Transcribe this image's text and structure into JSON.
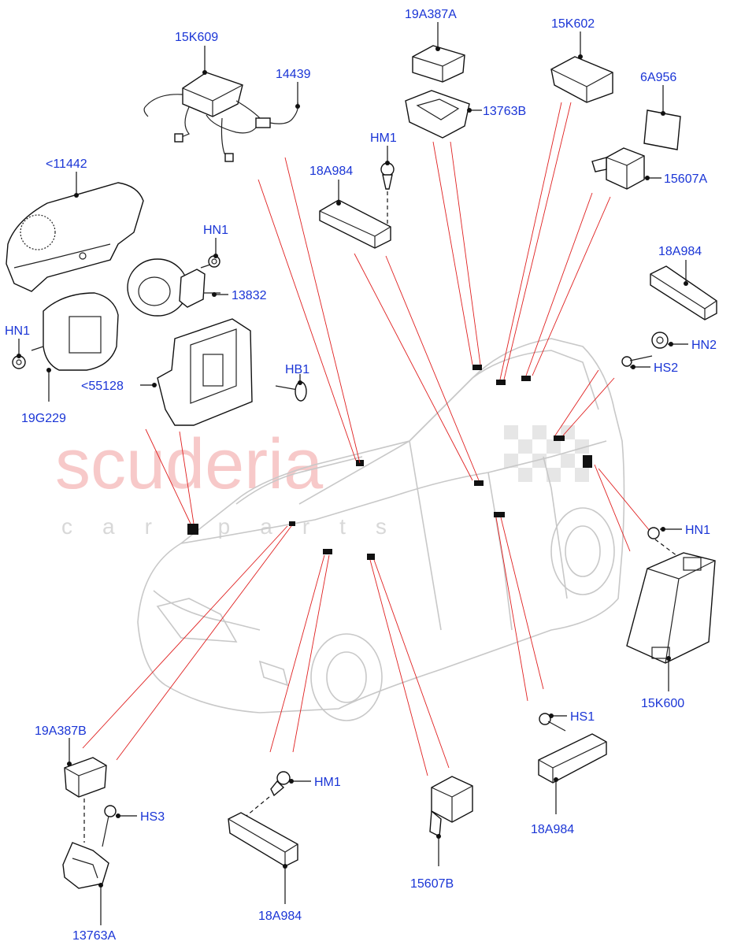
{
  "watermark": {
    "main": "scuderia",
    "sub": "car parts"
  },
  "labels": {
    "l_15K609": "15K609",
    "l_14439": "14439",
    "l_19A387A": "19A387A",
    "l_13763B": "13763B",
    "l_15K602": "15K602",
    "l_6A956": "6A956",
    "l_15607A": "15607A",
    "l_HM1_top": "HM1",
    "l_18A984_top": "18A984",
    "l_11442": "<11442",
    "l_HN1_top": "HN1",
    "l_13832": "13832",
    "l_HN1_left": "HN1",
    "l_19G229": "19G229",
    "l_55128": "<55128",
    "l_HB1": "HB1",
    "l_18A984_right": "18A984",
    "l_HN2": "HN2",
    "l_HS2": "HS2",
    "l_HN1_right": "HN1",
    "l_15K600": "15K600",
    "l_19A387B": "19A387B",
    "l_HS3": "HS3",
    "l_13763A": "13763A",
    "l_HM1_bottom": "HM1",
    "l_18A984_bottom": "18A984",
    "l_15607B": "15607B",
    "l_HS1": "HS1",
    "l_18A984_br": "18A984"
  },
  "colors": {
    "label": "#1a35d6",
    "callout_line": "#e02020",
    "watermark": "#f7c9c9"
  }
}
